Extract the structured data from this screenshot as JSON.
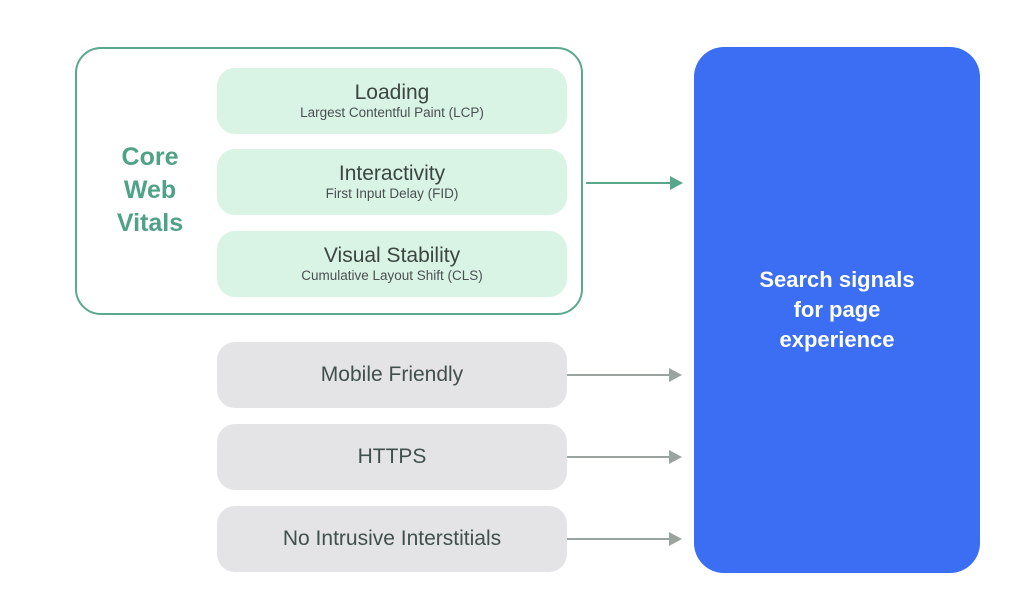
{
  "colors": {
    "green_border": "#5aa98c",
    "green_label_text": "#4fa284",
    "green_card_fill": "#d9f3e5",
    "green_arrow": "#58a78a",
    "gray_card_fill": "#e4e4e6",
    "gray_arrow": "#9ba39f",
    "blue_panel_fill": "#3b6ef2",
    "dark_text": "#3b4642",
    "white_text": "#ffffff"
  },
  "core_web_vitals": {
    "label": "Core Web Vitals",
    "items": [
      {
        "title": "Loading",
        "subtitle": "Largest Contentful Paint (LCP)"
      },
      {
        "title": "Interactivity",
        "subtitle": "First Input Delay (FID)"
      },
      {
        "title": "Visual Stability",
        "subtitle": "Cumulative Layout Shift (CLS)"
      }
    ]
  },
  "other_signals": [
    {
      "label": "Mobile Friendly"
    },
    {
      "label": "HTTPS"
    },
    {
      "label": "No Intrusive Interstitials"
    }
  ],
  "blue_panel": {
    "title": "Search signals for page experience",
    "title_lines": [
      "Search signals",
      "for page",
      "experience"
    ]
  }
}
